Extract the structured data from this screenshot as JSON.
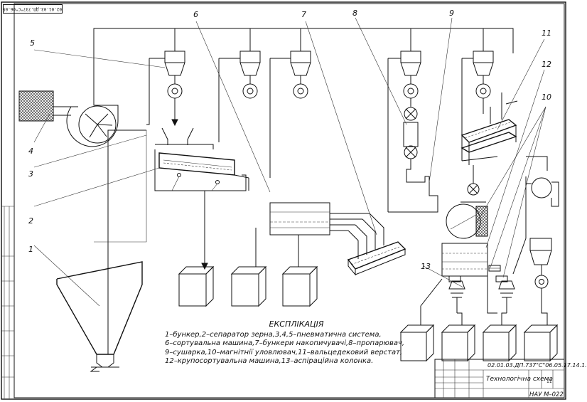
{
  "numbers": {
    "n1": "1",
    "n2": "2",
    "n3": "3",
    "n4": "4",
    "n5": "5",
    "n6": "6",
    "n7": "7",
    "n8": "8",
    "n9": "9",
    "n10": "10",
    "n11": "11",
    "n12": "12",
    "n13": "13"
  },
  "explication": {
    "title": "ЕКСПЛІКАЦІЯ",
    "lines": [
      "1–бункер,2–сепаратор зерна,3,4,5–пневматична система,",
      "6–сортувальна машина,7–бункери накопичувачі,8–пропарювач,",
      "9–сушарка,10–магнітнії уловлювач,11–вальцедековий верстат,",
      "12–крупосортувальна машина,13–аспіраційна колонка."
    ]
  },
  "stamp": {
    "code": "02.01.03.ДП.737\"С\"06.05.17.14.1.",
    "title": "Технологічна схема",
    "org": "НАУ  М–022",
    "sheets": "11"
  },
  "corner_code": "02.01.03.ДП.737\"С\"06.05.17.14.1"
}
